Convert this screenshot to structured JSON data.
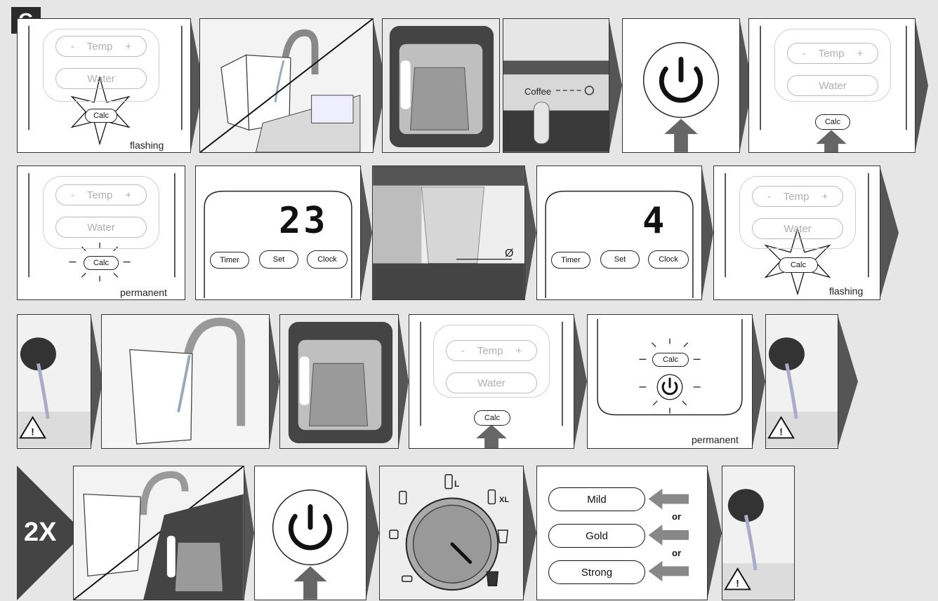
{
  "section_letter": "G",
  "labels": {
    "temp": "Temp",
    "minus": "-",
    "plus": "+",
    "water": "Water",
    "calc": "Calc",
    "flashing": "flashing",
    "permanent": "permanent",
    "coffee": "Coffee",
    "timer": "Timer",
    "set": "Set",
    "clock": "Clock",
    "empty_symbol": "Ø",
    "repeat": "2X",
    "size_l": "L",
    "size_xl": "XL",
    "or": "or"
  },
  "displays": {
    "first": "23",
    "second": "4"
  },
  "brew_strength": [
    "Mild",
    "Gold",
    "Strong"
  ],
  "colors": {
    "arrow_gray": "#555555",
    "pointer_gray": "#777777",
    "panel_border": "#333333"
  }
}
